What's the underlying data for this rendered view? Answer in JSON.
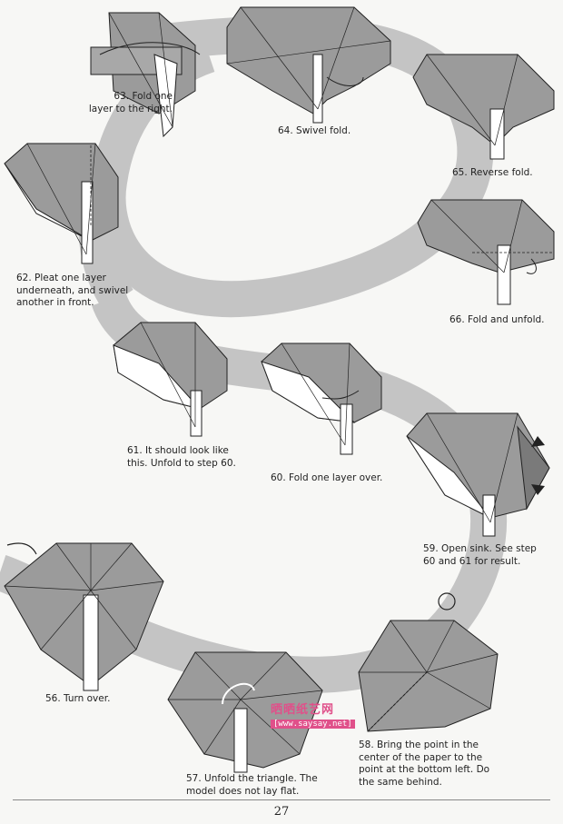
{
  "steps": [
    {
      "id": "63",
      "text": "63. Fold one\nlayer to the right."
    },
    {
      "id": "64",
      "text": "64. Swivel fold."
    },
    {
      "id": "65",
      "text": "65. Reverse fold."
    },
    {
      "id": "62",
      "text": "62. Pleat one layer\nunderneath, and swivel\nanother in front."
    },
    {
      "id": "66",
      "text": "66. Fold and unfold."
    },
    {
      "id": "61",
      "text": "61. It should look like\nthis.  Unfold to step 60."
    },
    {
      "id": "60",
      "text": "60. Fold one layer over."
    },
    {
      "id": "59",
      "text": "59. Open sink. See step\n60 and 61 for result."
    },
    {
      "id": "56",
      "text": "56. Turn over."
    },
    {
      "id": "57",
      "text": "57. Unfold the triangle. The\nmodel does not lay flat."
    },
    {
      "id": "58",
      "text": "58. Bring the point in the\ncenter of the paper to the\npoint at the bottom left. Do\nthe same behind."
    }
  ],
  "watermark": {
    "logo": "晒晒纸艺网",
    "url": "[www.saysay.net]"
  },
  "page_number": "27",
  "colors": {
    "band": "#bdbdbd",
    "paper_gray": "#9b9b9b",
    "paper_white": "#ffffff",
    "line": "#222222"
  }
}
